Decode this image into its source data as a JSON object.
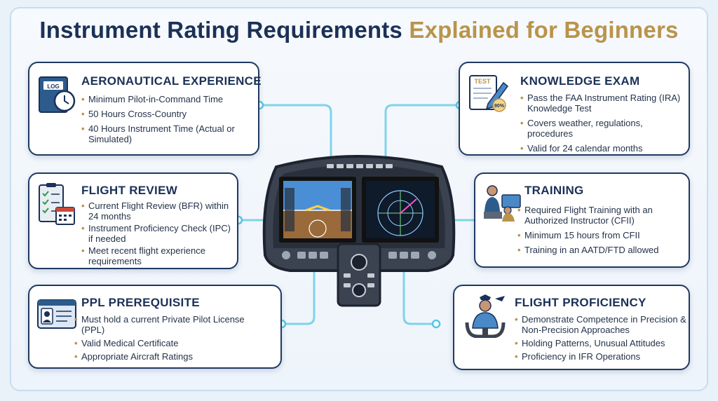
{
  "title": {
    "part1": "Instrument Rating Requirements",
    "part2": "Explained for Beginners"
  },
  "colors": {
    "navy": "#1b3157",
    "gold": "#b9944a",
    "accent": "#55c7e6"
  },
  "cards": {
    "aero": {
      "heading": "AERONAUTICAL EXPERIENCE",
      "icon": "logbook-clock-icon",
      "icon_text": "LOG",
      "items": [
        "Minimum Pilot-in-Command Time",
        "50 Hours Cross-Country",
        "40 Hours Instrument Time (Actual or Simulated)"
      ]
    },
    "review": {
      "heading": "FLIGHT REVIEW",
      "icon": "checklist-calendar-icon",
      "items": [
        "Current Flight Review (BFR) within 24 months",
        "Instrument Proficiency Check (IPC) if needed",
        "Meet recent flight experience requirements"
      ]
    },
    "ppl": {
      "heading": "PPL PREREQUISITE",
      "icon": "pilot-license-icon",
      "items": [
        "Must hold a current Private Pilot License (PPL)",
        "Valid Medical Certificate",
        "Appropriate Aircraft Ratings"
      ]
    },
    "exam": {
      "heading": "KNOWLEDGE EXAM",
      "icon": "test-pencil-icon",
      "icon_text": "TEST",
      "badge": "90%",
      "items": [
        "Pass the FAA Instrument Rating (IRA) Knowledge Test",
        "Covers weather, regulations, procedures",
        "Valid for 24 calendar months"
      ]
    },
    "training": {
      "heading": "TRAINING",
      "icon": "instructor-simulator-icon",
      "items": [
        "Required Flight Training with an Authorized Instructor (CFII)",
        "Minimum 15 hours from CFII",
        "Training in an AATD/FTD allowed"
      ]
    },
    "proficiency": {
      "heading": "FLIGHT PROFICIENCY",
      "icon": "pilot-yoke-icon",
      "items": [
        "Demonstrate Competence in Precision & Non-Precision Approaches",
        "Holding Patterns, Unusual Attitudes",
        "Proficiency in IFR Operations"
      ]
    }
  },
  "center": {
    "icon": "glass-cockpit-panel-icon"
  }
}
